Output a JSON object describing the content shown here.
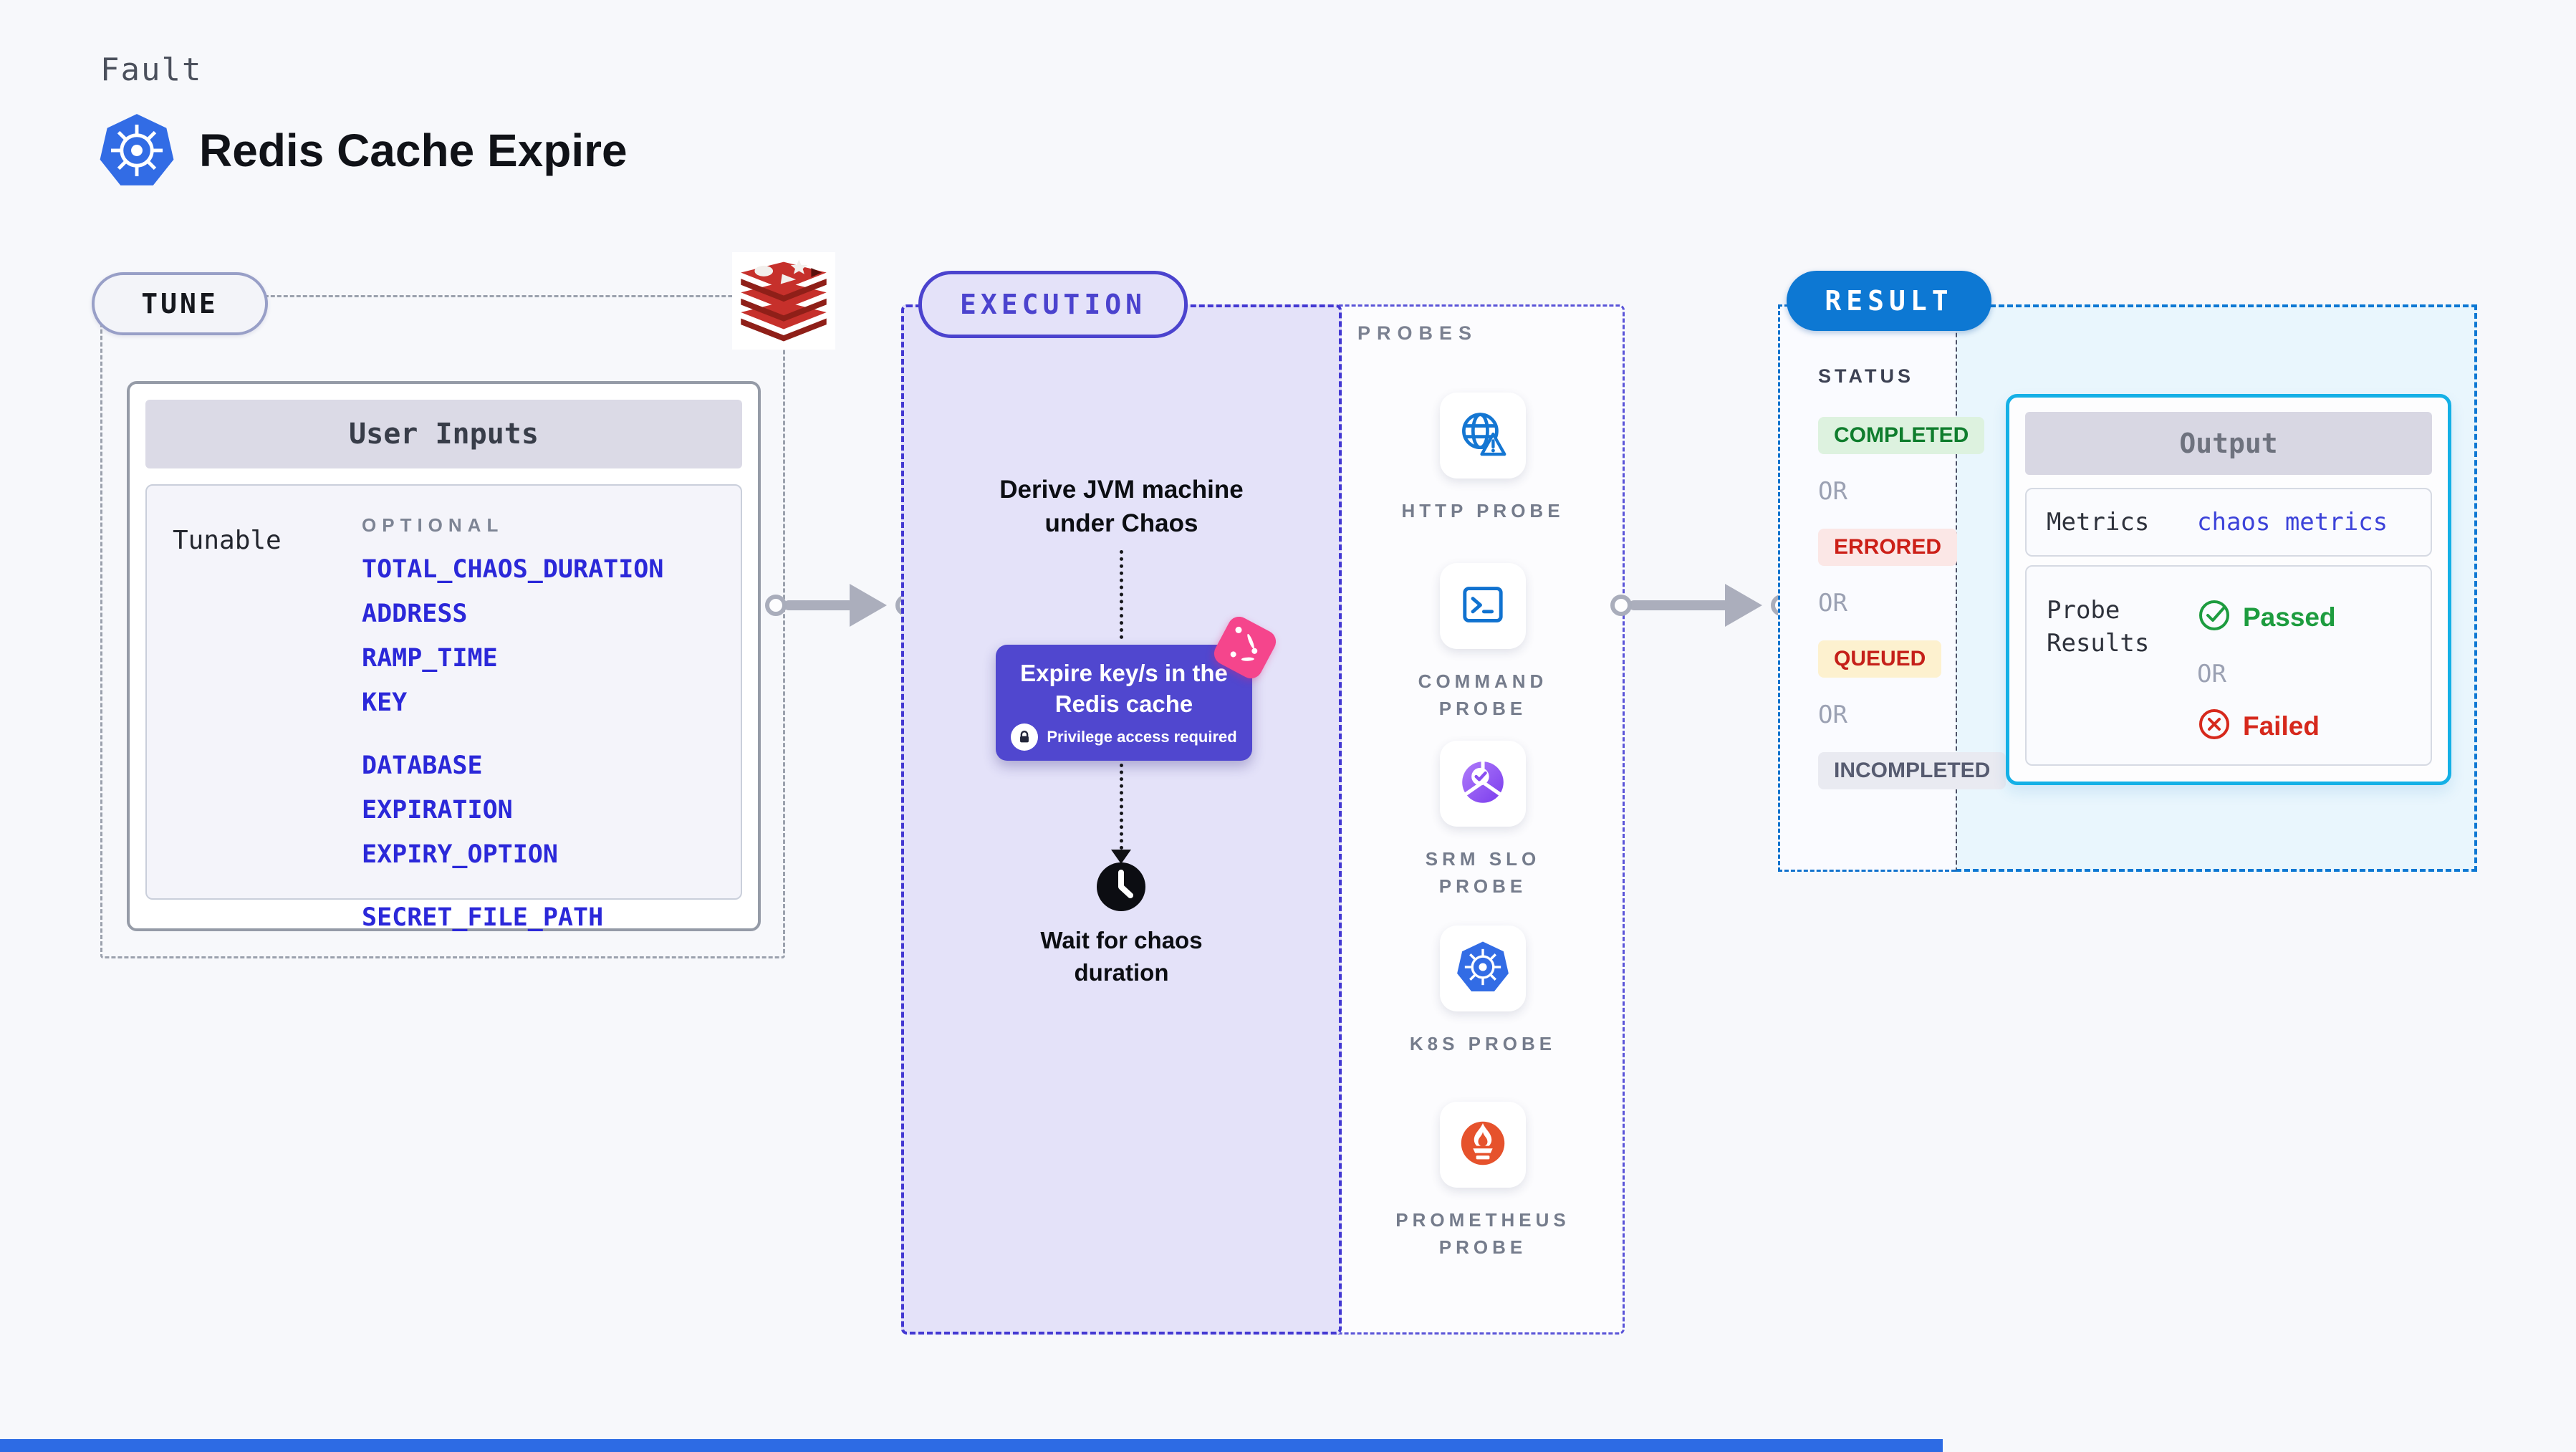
{
  "page": {
    "kicker": "Fault",
    "title": "Redis Cache Expire"
  },
  "tune": {
    "pill_label": "TUNE",
    "card_header": "User Inputs",
    "row_label": "Tunable",
    "group_label": "OPTIONAL",
    "params": [
      "TOTAL_CHAOS_DURATION",
      "ADDRESS",
      "RAMP_TIME",
      "KEY",
      "DATABASE",
      "EXPIRATION",
      "EXPIRY_OPTION",
      "SECRET_FILE_PATH"
    ]
  },
  "execution": {
    "pill_label": "EXECUTION",
    "derive_text": "Derive JVM machine\nunder Chaos",
    "action_title": "Expire key/s in the\nRedis cache",
    "action_badge": "Privilege access required",
    "wait_text": "Wait for chaos\nduration"
  },
  "probes": {
    "header": "PROBES",
    "items": [
      {
        "label": "HTTP PROBE",
        "icon": "globe-warning-icon"
      },
      {
        "label": "COMMAND\nPROBE",
        "icon": "terminal-icon"
      },
      {
        "label": "SRM SLO\nPROBE",
        "icon": "slo-pie-check-icon"
      },
      {
        "label": "K8S PROBE",
        "icon": "kubernetes-icon"
      },
      {
        "label": "PROMETHEUS\nPROBE",
        "icon": "prometheus-flame-icon"
      }
    ]
  },
  "result": {
    "pill_label": "RESULT",
    "status_header": "STATUS",
    "or_label": "OR",
    "statuses": [
      {
        "label": "COMPLETED",
        "fg": "#0f7d2d",
        "bg": "#ddf2df"
      },
      {
        "label": "ERRORED",
        "fg": "#cc2018",
        "bg": "#fbe7e6"
      },
      {
        "label": "QUEUED",
        "fg": "#c5201a",
        "bg": "#fdf1cf"
      },
      {
        "label": "INCOMPLETED",
        "fg": "#565b70",
        "bg": "#e9eaf1"
      }
    ],
    "output": {
      "header": "Output",
      "metrics_label": "Metrics",
      "metrics_value": "chaos metrics",
      "probe_results_label": "Probe\nResults",
      "passed_label": "Passed",
      "or_label": "OR",
      "failed_label": "Failed"
    }
  },
  "colors": {
    "page_bg": "#f7f8fb",
    "accent_blue": "#0d78d3",
    "indigo": "#4b43ce",
    "lavender_bg": "#e4e2f9",
    "param_link_blue": "#2b28d9",
    "action_purple": "#5047cf",
    "chaos_pink": "#f5458c",
    "redis_red": "#c6302b",
    "prometheus_orange": "#e6522c",
    "passed_green": "#1d9c3f",
    "failed_red": "#d6281c",
    "cyan_border": "#14b0e6",
    "grey_arrow": "#abaebc"
  }
}
